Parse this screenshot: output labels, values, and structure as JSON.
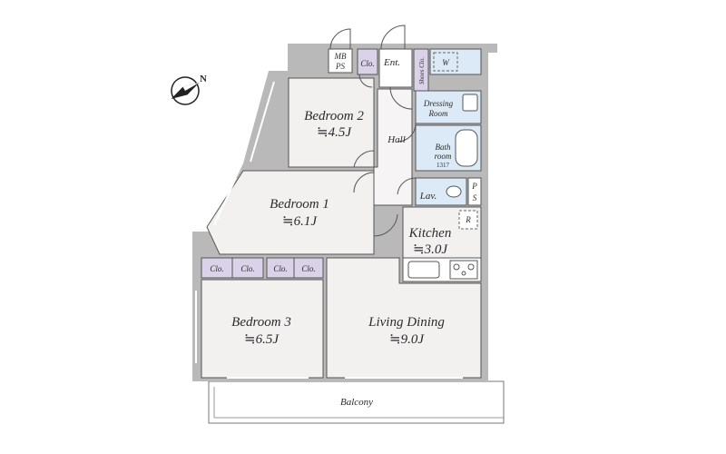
{
  "compass": {
    "letter": "N",
    "icon": "north-arrow-icon"
  },
  "rooms": {
    "bedroom2": {
      "name": "Bedroom 2",
      "size": "≒4.5J"
    },
    "bedroom1": {
      "name": "Bedroom 1",
      "size": "≒6.1J"
    },
    "bedroom3": {
      "name": "Bedroom 3",
      "size": "≒6.5J"
    },
    "living": {
      "name": "Living Dining",
      "size": "≒9.0J"
    },
    "kitchen": {
      "name": "Kitchen",
      "size": "≒3.0J"
    },
    "hall": {
      "name": "Hall"
    },
    "dressing": {
      "line1": "Dressing",
      "line2": "Room"
    },
    "bath": {
      "line1": "Bath",
      "line2": "room",
      "model": "1317"
    },
    "lav": {
      "name": "Lav."
    },
    "balcony": {
      "name": "Balcony"
    },
    "entrance": {
      "name": "Ent."
    },
    "shoes": {
      "name": "Shoes Clo."
    },
    "mbps": {
      "line1": "MB",
      "line2": "PS"
    },
    "ps": {
      "line1": "P",
      "line2": "S"
    },
    "closet_label": "Clo.",
    "fridge": {
      "name": "R"
    },
    "washer": {
      "name": "W"
    }
  },
  "colors": {
    "wall": "#b9b9b9",
    "room_floor": "#f3f0f0",
    "closet": "#d9d2e8",
    "wet_area": "#dbeaf6",
    "outline": "#555555"
  }
}
